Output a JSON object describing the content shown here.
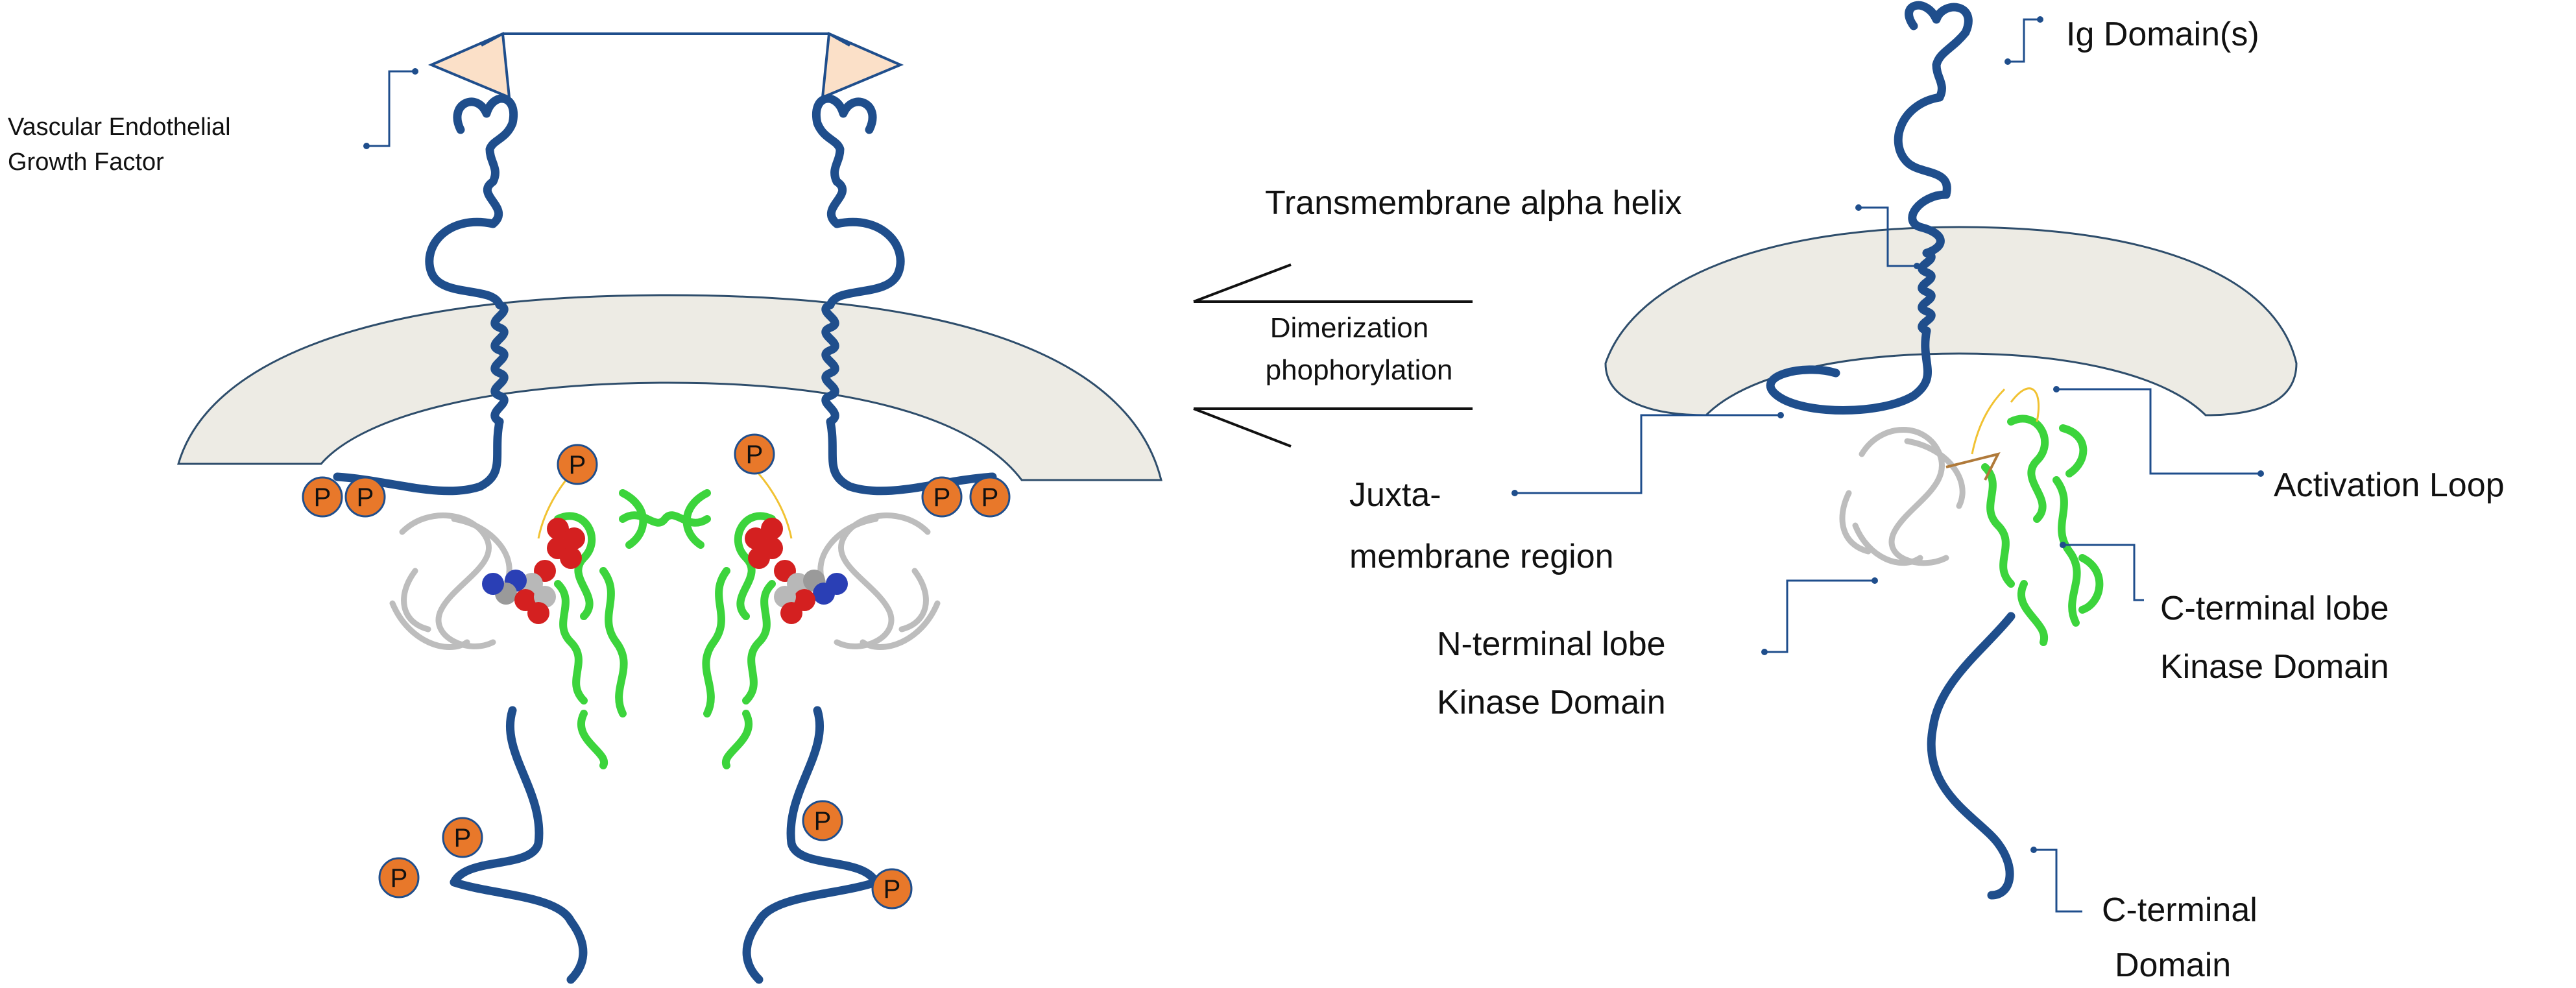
{
  "colors": {
    "chain": "#1f4e8c",
    "membrane_fill": "#edebe4",
    "membrane_stroke": "#2e4d6b",
    "ligand_fill": "#fbe0c8",
    "phospho_fill": "#e8782a",
    "kinase_green": "#3cd43c",
    "kinase_grey": "#c9c9c9",
    "atp_red": "#d42020",
    "atp_blue": "#2a3fb5",
    "leader": "#1f4e8c",
    "arrow": "#111111"
  },
  "labels": {
    "vegf_line1": "Vascular Endothelial",
    "vegf_line2": "Growth Factor",
    "arrow_line1": "Dimerization",
    "arrow_line2": "phophorylation",
    "ig_domain": "Ig Domain(s)",
    "transmembrane": "Transmembrane alpha helix",
    "juxta_line1": "Juxta-",
    "juxta_line2": "membrane region",
    "activation_loop": "Activation Loop",
    "nlobe_line1": "N-terminal lobe",
    "nlobe_line2": "Kinase Domain",
    "clobe_line1": "C-terminal lobe",
    "clobe_line2": "Kinase Domain",
    "cterm_line1": "C-terminal",
    "cterm_line2": "Domain",
    "phospho": "P"
  }
}
